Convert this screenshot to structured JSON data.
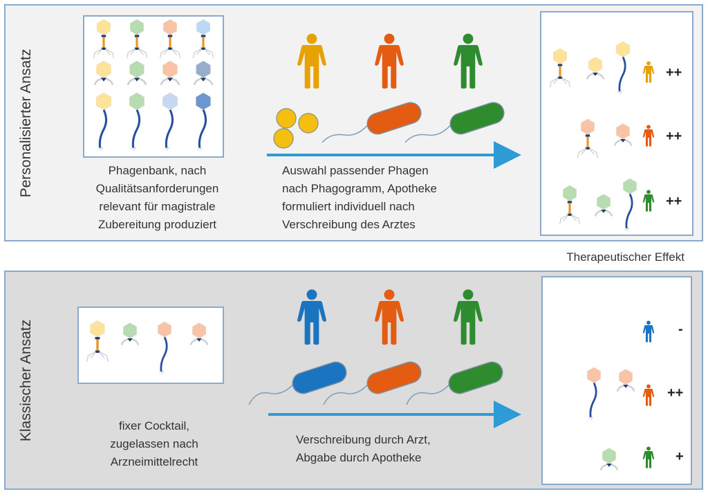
{
  "colors": {
    "panel_border": "#8aa9cb",
    "arrow": "#2e9bd6",
    "yellow_person": "#e6a200",
    "orange_person": "#e35c12",
    "green_person": "#2e8b2e",
    "blue_person": "#1a74c0",
    "coccus": "#f5bf12",
    "phage_yellow": "#fde39a",
    "phage_green": "#b7dcb2",
    "phage_pink": "#f8c3a6",
    "phage_lightblue": "#bcd9f3",
    "phage_greyblue": "#94aecb",
    "phage_paleblue": "#c8d8f0",
    "phage_blue": "#6b96cf",
    "tail_blue": "#2a4f9e"
  },
  "top": {
    "section_label": "Personalisierter Ansatz",
    "bank_caption": [
      "Phagenbank, nach",
      "Qualitätsanforderungen",
      "relevant für magistrale",
      "Zubereitung produziert"
    ],
    "process_caption": [
      "Auswahl passender Phagen",
      "nach Phagogramm, Apotheke",
      "formuliert individuell nach",
      "Verschreibung des Arztes"
    ],
    "patients": [
      "yellow",
      "orange",
      "green"
    ],
    "pathogens": [
      "cocci-cluster",
      "orange-rod",
      "green-rod"
    ],
    "results": [
      {
        "patient": "yellow",
        "effect": "++"
      },
      {
        "patient": "orange",
        "effect": "++"
      },
      {
        "patient": "green",
        "effect": "++"
      }
    ]
  },
  "effect_title": "Therapeutischer Effekt",
  "bottom": {
    "section_label": "Klassischer Ansatz",
    "cocktail_caption": [
      "fixer Cocktail,",
      "zugelassen nach",
      "Arzneimittelrecht"
    ],
    "process_caption": [
      "Verschreibung durch Arzt,",
      "Abgabe durch Apotheke"
    ],
    "patients": [
      "blue",
      "orange",
      "green"
    ],
    "pathogens": [
      "blue-rod",
      "orange-rod",
      "green-rod"
    ],
    "results": [
      {
        "patient": "blue",
        "effect": "-"
      },
      {
        "patient": "orange",
        "effect": "++"
      },
      {
        "patient": "green",
        "effect": "+"
      }
    ]
  }
}
